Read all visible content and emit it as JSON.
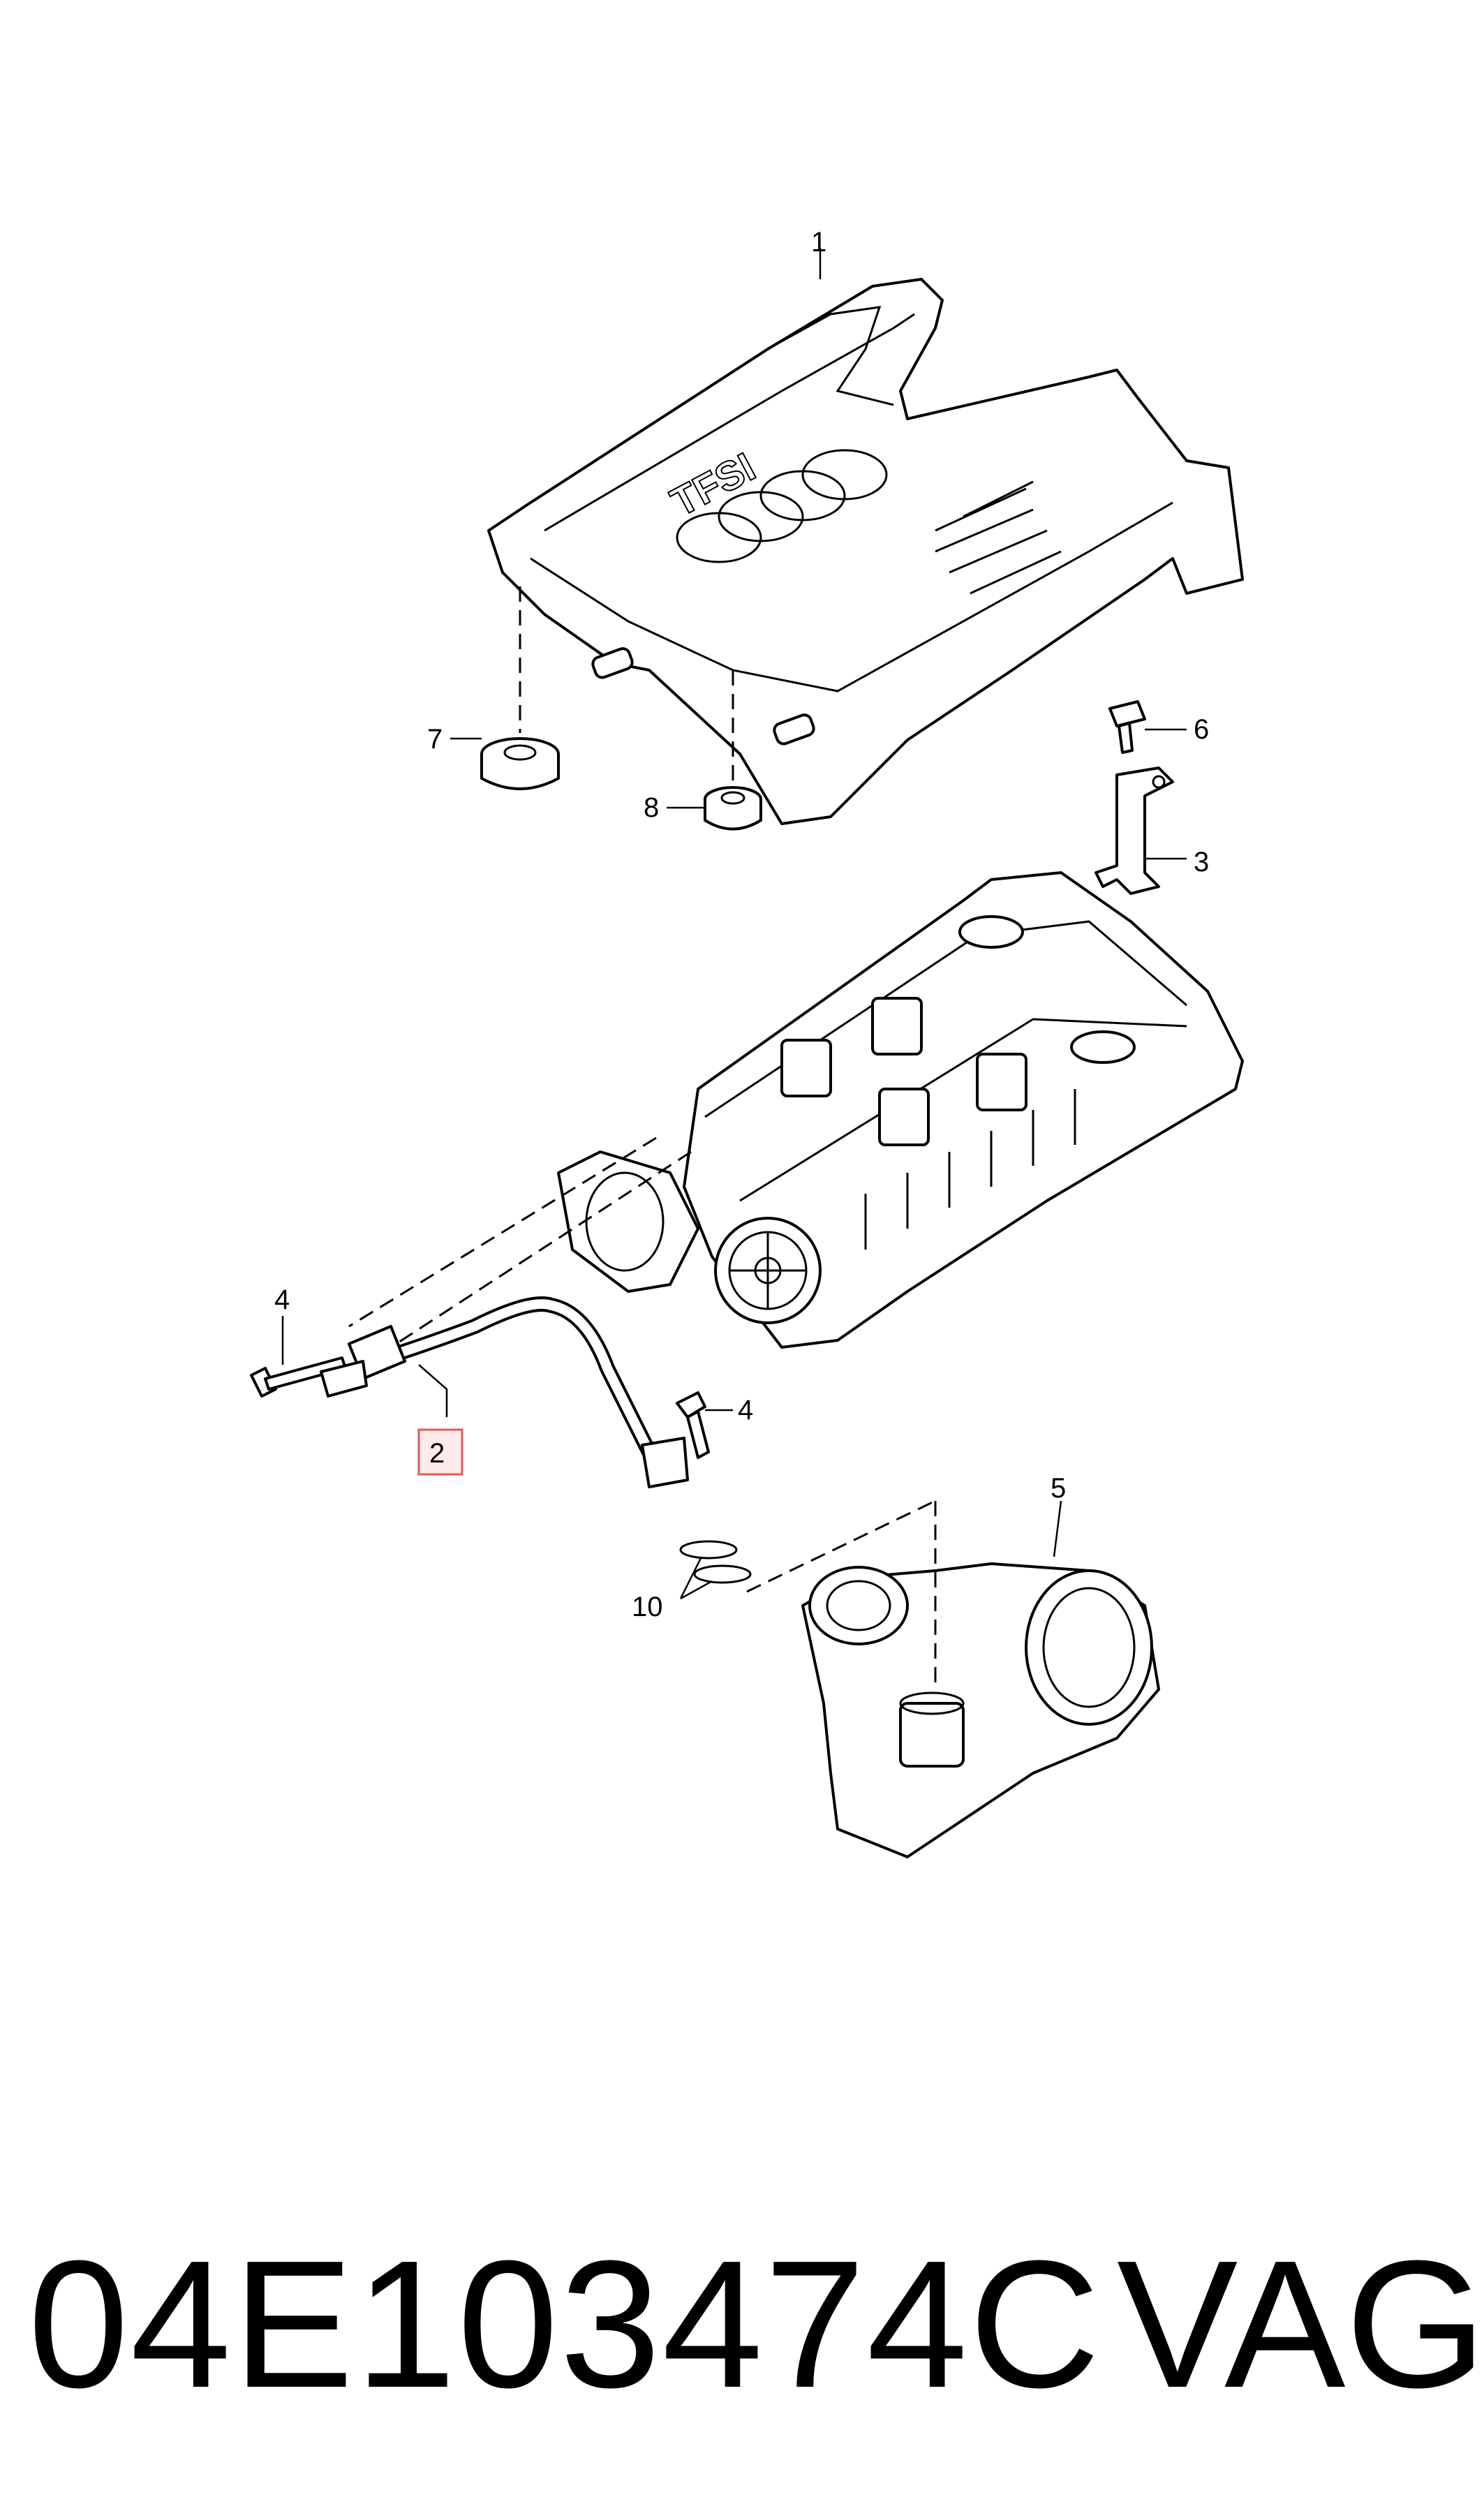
{
  "callouts": {
    "c1": "1",
    "c2": "2",
    "c3": "3",
    "c4a": "4",
    "c4b": "4",
    "c5": "5",
    "c6": "6",
    "c7": "7",
    "c8": "8",
    "c10": "10"
  },
  "logo_text": "TFSI",
  "footer": {
    "part_number": "04E103474C",
    "brand": "VAG"
  },
  "highlight_color": "#e05a5a"
}
